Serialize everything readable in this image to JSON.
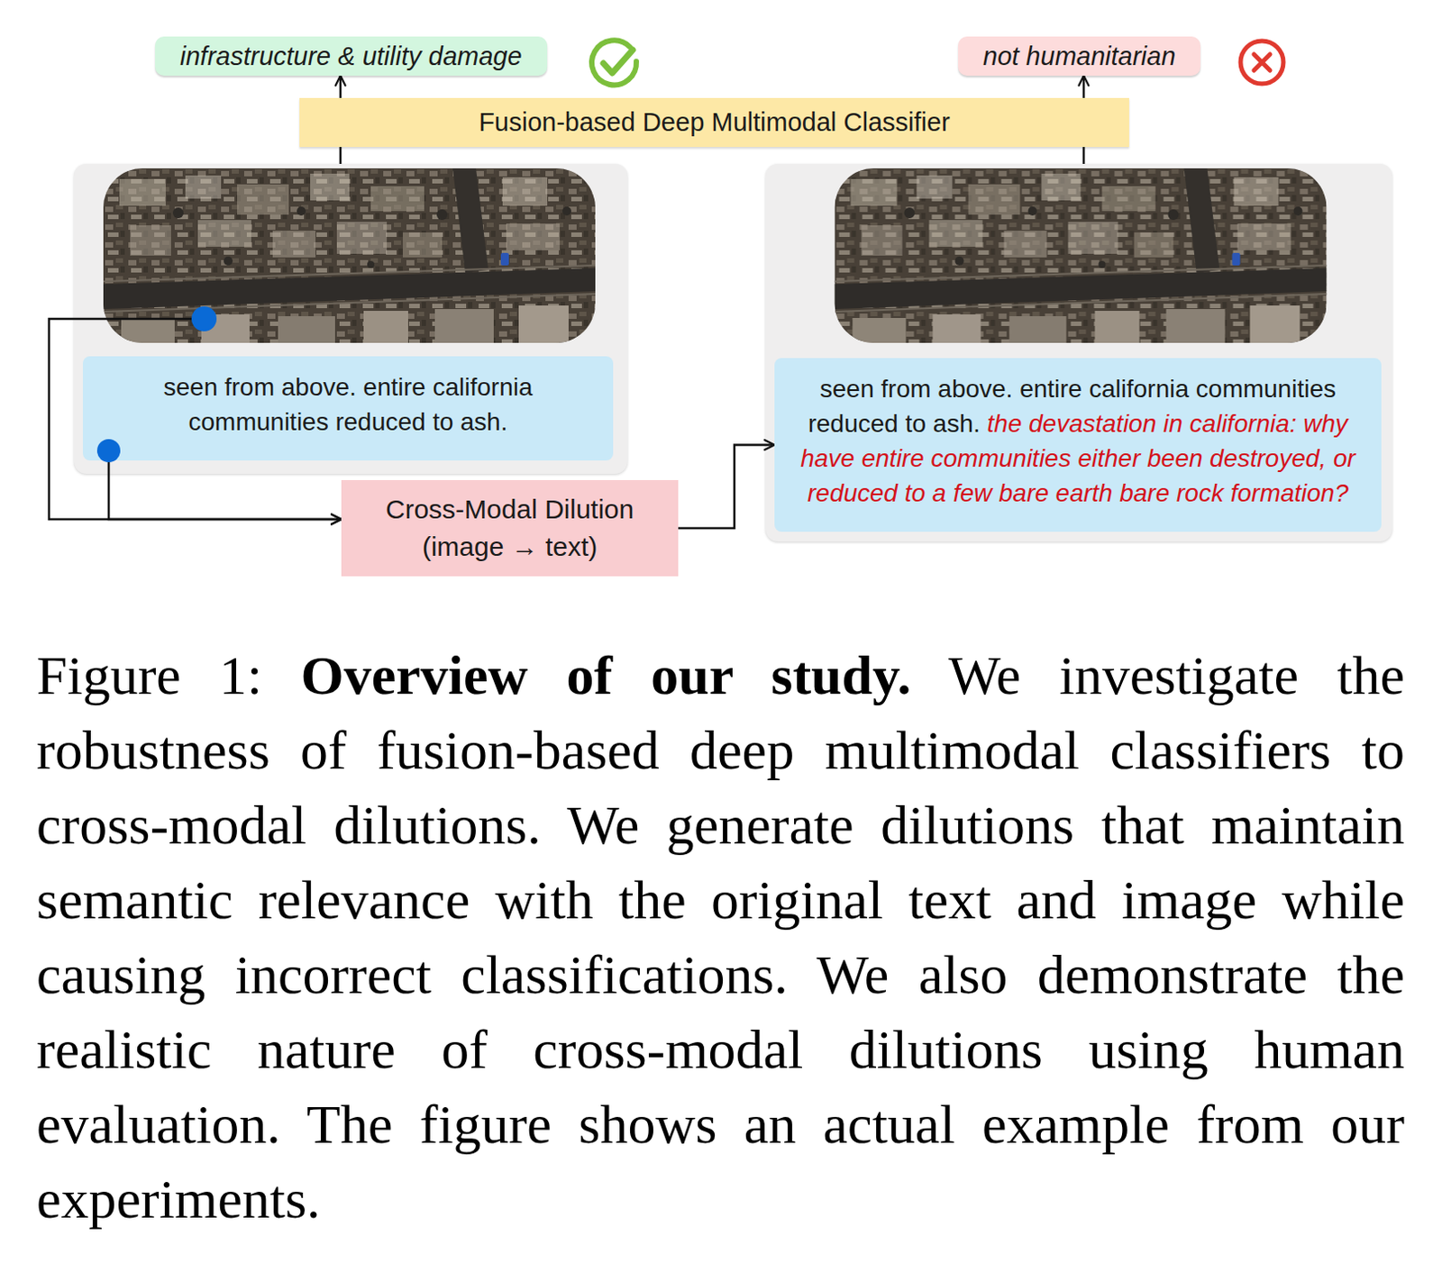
{
  "diagram": {
    "caption": "Figure 1: Overview of our study. We investigate the robustness of fusion-based deep multimodal classifiers to cross-modal dilutions. We generate dilutions that maintain semantic relevance with the original text and image while causing incorrect classifications. We also demonstrate the realistic nature of cross-modal dilutions using human evaluation. The figure shows an actual example from our experiments.",
    "nodes": [
      {
        "text": [
          "infrastructure & utility damage"
        ]
      },
      {
        "text": [
          "not humanitarian"
        ]
      },
      {
        "text": [
          "Fusion-based Deep Multimodal Classifier"
        ]
      },
      {
        "text": []
      },
      {
        "text": [
          "seen from above. entire california communities reduced to ash."
        ],
        "in": 3
      },
      {
        "text": []
      },
      {
        "text": [
          "seen from above. entire california communities reduced to ash.",
          "the devastation in california: why have entire communities either been destroyed, or reduced to a few bare earth bare rock formation?"
        ],
        "in": 5
      },
      {
        "text": [
          "Cross-Modal Dilution (image → text)"
        ]
      }
    ],
    "edges": [
      {
        "from": 3,
        "to": 2,
        "arrow": "none"
      },
      {
        "from": 2,
        "to": 0,
        "arrow": "to"
      },
      {
        "from": 5,
        "to": 2,
        "arrow": "none"
      },
      {
        "from": 2,
        "to": 1,
        "arrow": "to"
      },
      {
        "from": 3,
        "to": 7,
        "arrow": "to"
      },
      {
        "from": 4,
        "to": 7,
        "arrow": "to"
      },
      {
        "from": 7,
        "to": 6,
        "arrow": "to"
      }
    ]
  }
}
